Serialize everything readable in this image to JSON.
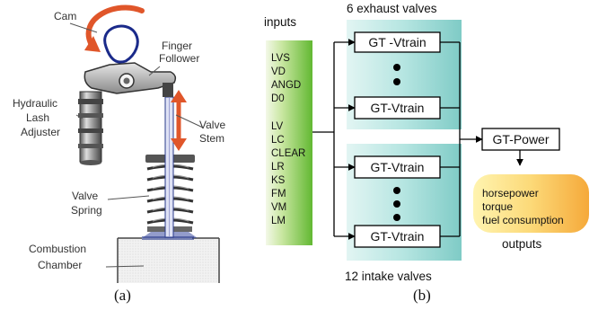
{
  "panel_a": {
    "caption": "(a)",
    "labels": {
      "cam": "Cam",
      "finger_follower": [
        "Finger",
        "Follower"
      ],
      "hydraulic_lash_adjuster": [
        "Hydraulic",
        "Lash",
        "Adjuster"
      ],
      "valve_stem": [
        "Valve",
        "Stem"
      ],
      "valve_spring": [
        "Valve",
        "Spring"
      ],
      "combustion_chamber": [
        "Combustion",
        "Chamber"
      ]
    }
  },
  "panel_b": {
    "caption": "(b)",
    "inputs_title": "inputs",
    "inputs_group1": [
      "LVS",
      "VD",
      "ANGD",
      "D0"
    ],
    "inputs_group2": [
      "LV",
      "LC",
      "CLEAR",
      "LR",
      "KS",
      "FM",
      "VM",
      "LM"
    ],
    "exhaust_title": "6 exhaust valves",
    "intake_title": "12 intake valves",
    "exhaust_boxes": [
      "GT -Vtrain",
      "GT-Vtrain"
    ],
    "intake_boxes": [
      "GT-Vtrain",
      "GT-Vtrain"
    ],
    "power_box": "GT-Power",
    "outputs_list": [
      "horsepower",
      "torque",
      "fuel consumption"
    ],
    "outputs_title": "outputs"
  },
  "colors": {
    "inputs_bar": "#6cbf3a",
    "teal_panel": "#8fd3cf",
    "outputs_blob": "#f6b640",
    "arrow_orange": "#e0562a",
    "cam_outline": "#1a2a8a"
  }
}
